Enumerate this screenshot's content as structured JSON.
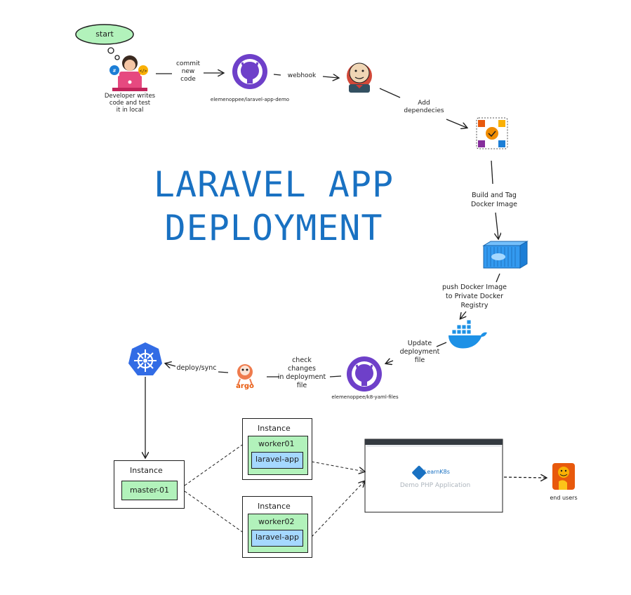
{
  "title": "LARAVEL APP\nDEPLOYMENT",
  "start": {
    "label": "start"
  },
  "developer": {
    "label": "Developer writes\ncode and test\nit in local"
  },
  "edges": {
    "commit": "commit\nnew\ncode",
    "webhook": "webhook",
    "add_deps": "Add\ndependecies",
    "build": "Build and Tag\nDocker Image",
    "push": "push Docker Image\nto Private Docker\nRegistry",
    "update": "Update\ndeployment\nfile",
    "check": "check\nchanges\nin deployment\nfile",
    "deploy": "deploy/sync"
  },
  "repos": {
    "app": "elemenoppee/laravel-app-demo",
    "k8s": "elemenoppee/k8-yaml-files"
  },
  "argo": {
    "logo_text": "argo"
  },
  "cluster": {
    "master": {
      "title": "Instance",
      "node": "master-01"
    },
    "workers": [
      {
        "title": "Instance",
        "node": "worker01",
        "pod": "laravel-app"
      },
      {
        "title": "Instance",
        "node": "worker02",
        "pod": "laravel-app"
      }
    ]
  },
  "browser": {
    "brand": "LearnK8s",
    "heading": "Demo PHP Application"
  },
  "end_users": {
    "label": "end users"
  },
  "colors": {
    "title": "#1971c2",
    "node_fill": "#b2f2bb",
    "pod_fill": "#a5d8ff",
    "start_fill": "#b2f2bb",
    "k8s_blue": "#326ce5",
    "github_purple": "#6e40c9",
    "docker_blue": "#1d91e6"
  }
}
